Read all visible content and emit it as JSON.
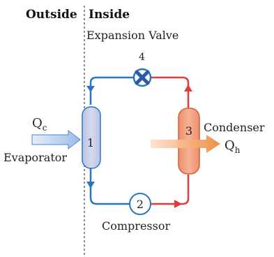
{
  "header": {
    "outside_label": "Outside",
    "inside_label": "Inside"
  },
  "components": {
    "expansion_valve": {
      "label": "Expansion Valve",
      "number": "4"
    },
    "evaporator": {
      "label": "Evaporator",
      "number": "1"
    },
    "compressor": {
      "label": "Compressor",
      "number": "2"
    },
    "condenser": {
      "label": "Condenser",
      "number": "3"
    }
  },
  "heat_flows": {
    "cold": {
      "symbol": "Q",
      "subscript": "c"
    },
    "hot": {
      "symbol": "Q",
      "subscript": "h"
    }
  },
  "colors": {
    "cold_line": "#2a74c4",
    "hot_line": "#e23b3b",
    "evaporator_fill": "#c7cfe8",
    "condenser_fill": "#f09a78",
    "divider": "#666666"
  }
}
